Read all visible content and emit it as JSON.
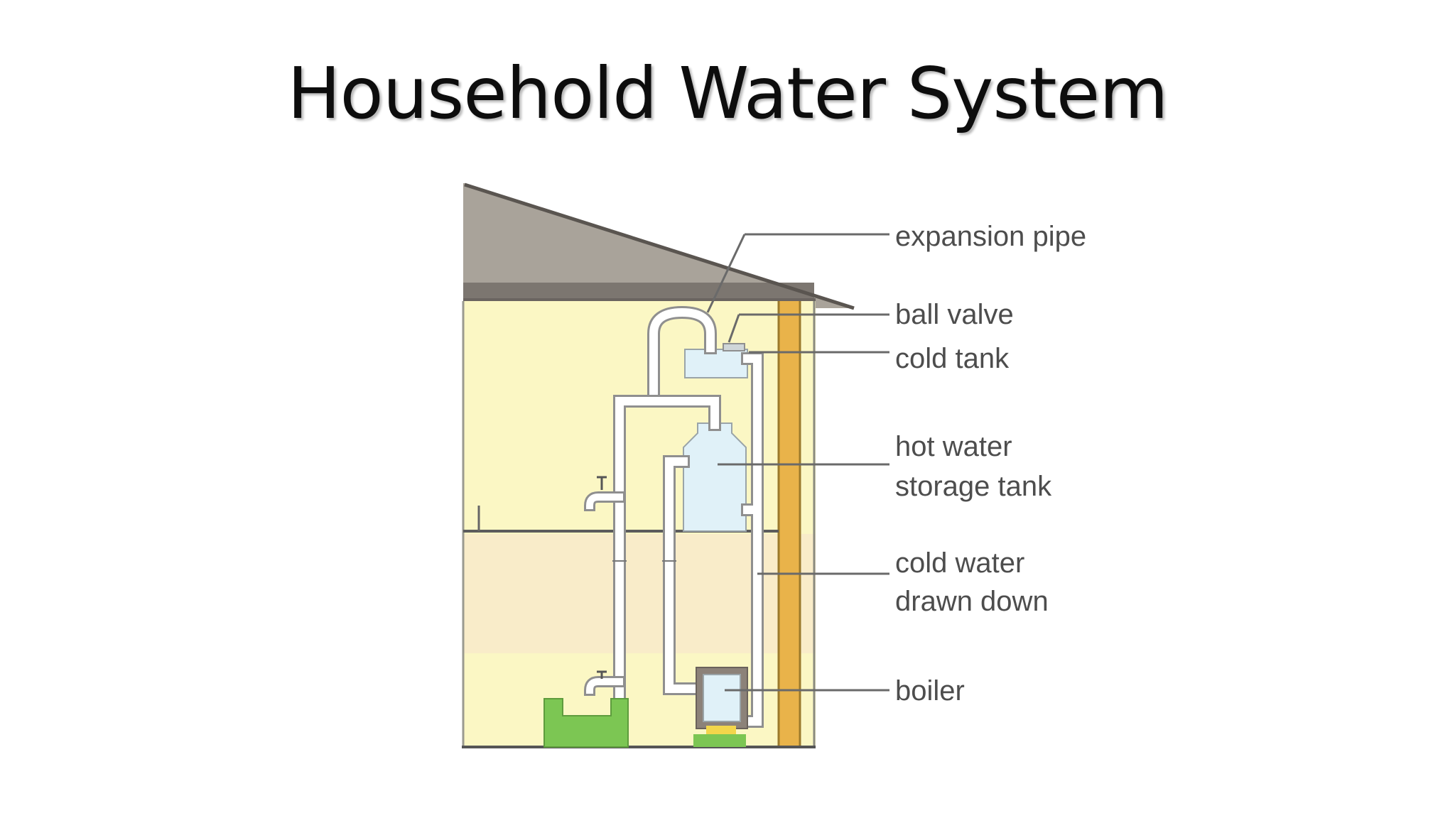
{
  "title": "Household Water System",
  "labels": {
    "expansion_pipe": "expansion pipe",
    "ball_valve": "ball valve",
    "cold_tank": "cold tank",
    "hot_water_line1": "hot water",
    "hot_water_line2": "storage tank",
    "cold_water_line1": "cold water",
    "cold_water_line2": "drawn down",
    "boiler": "boiler"
  },
  "colors": {
    "roof": "#a9a39a",
    "roof_edge": "#7c7670",
    "wall": "#fbf7c4",
    "ground": "#f9ecc9",
    "water": "#e0f1f8",
    "chimney": "#e9b34a",
    "basin": "#7cc653",
    "pipe": "#ffffff",
    "pipe_edge": "#8f8f8f",
    "leader": "#6a6a6a"
  }
}
